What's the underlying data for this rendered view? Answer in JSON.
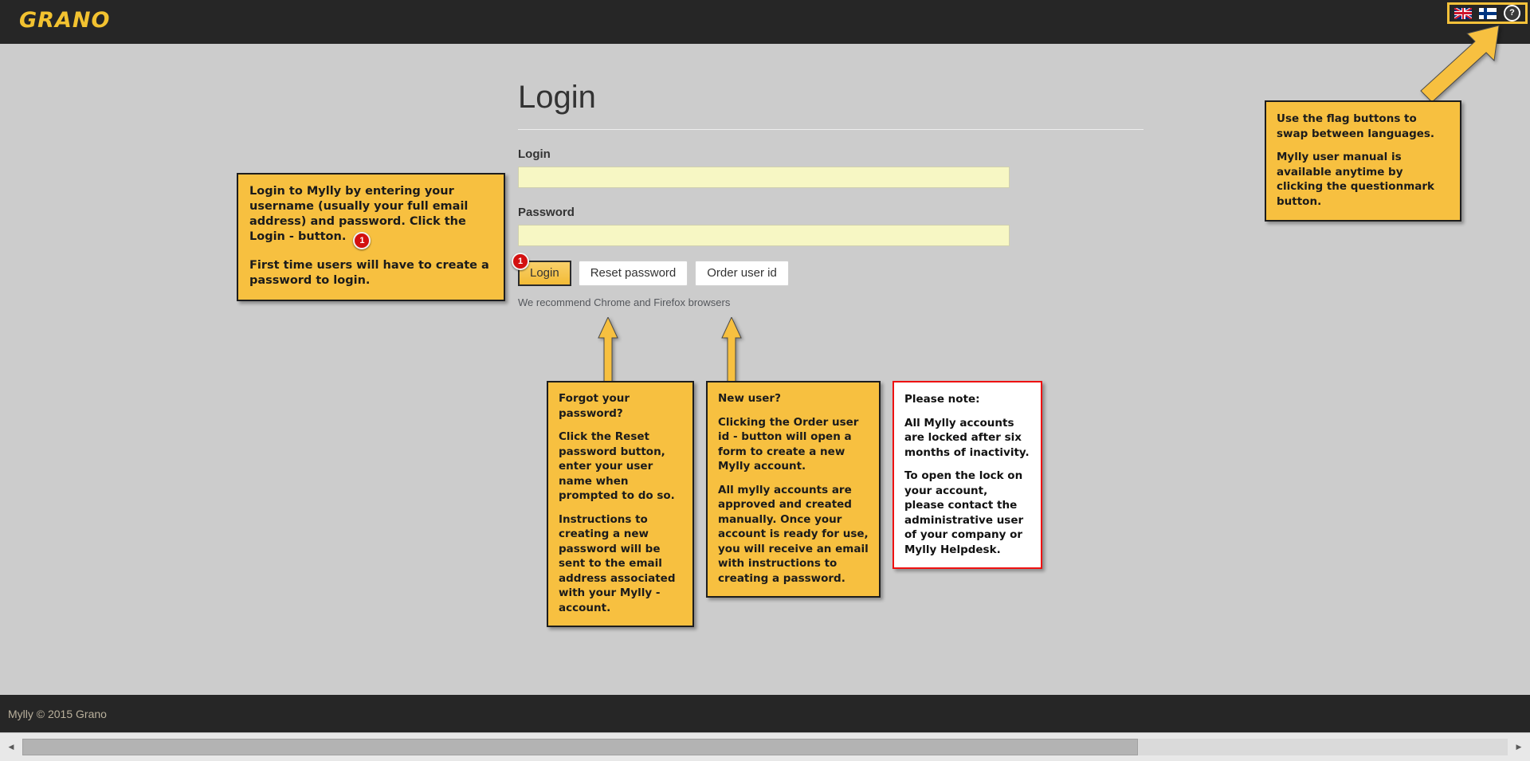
{
  "topbar": {
    "logo_text": "GRANO",
    "lang_flags": [
      {
        "name": "flag-uk",
        "title": "English"
      },
      {
        "name": "flag-fi",
        "title": "Suomi"
      }
    ],
    "help_label": "?"
  },
  "form": {
    "title": "Login",
    "login_label": "Login",
    "login_value": "",
    "login_placeholder": "",
    "password_label": "Password",
    "password_value": "",
    "password_placeholder": "",
    "buttons": {
      "login": "Login",
      "reset_password": "Reset password",
      "order_user_id": "Order user id"
    },
    "recommend_text": "We recommend Chrome and Firefox browsers",
    "badge_1": "1"
  },
  "callouts": {
    "login": {
      "line1_a": "Login to Mylly by entering your username (usually your full email address) and password. Click the Login - button.",
      "badge": "1",
      "line2": "First time users will have to create a password to login."
    },
    "language": {
      "p1": "Use the flag buttons to swap between languages.",
      "p2": "Mylly user manual is available anytime by clicking the questionmark button."
    },
    "forgot": {
      "heading": "Forgot your password?",
      "p1": "Click the Reset password button, enter your user name when prompted to do so.",
      "p2": "Instructions to creating a new password will be sent to the email address associated with your Mylly - account."
    },
    "new_user": {
      "heading": "New user?",
      "p1": "Clicking the Order user id - button will open a form to create a new Mylly account.",
      "p2": "All mylly accounts are approved and created manually. Once your account is ready for use, you will receive an email with instructions to creating a password."
    },
    "note": {
      "heading": "Please note:",
      "p1": "All Mylly accounts are locked after six months of inactivity.",
      "p2": "To open the lock on your account, please contact the administrative user of your company or Mylly Helpdesk."
    }
  },
  "footer": {
    "copyright": "Mylly © 2015 Grano"
  },
  "scrollbar": {
    "left_arrow": "◀",
    "right_arrow": "▶"
  },
  "colors": {
    "brand_yellow": "#f7c040",
    "logo_yellow": "#f2c230",
    "dark_chrome": "#262626",
    "page_bg": "#cccccc",
    "input_bg": "#f7f7c4",
    "badge_red": "#d31010",
    "note_border_red": "#ee1111"
  }
}
